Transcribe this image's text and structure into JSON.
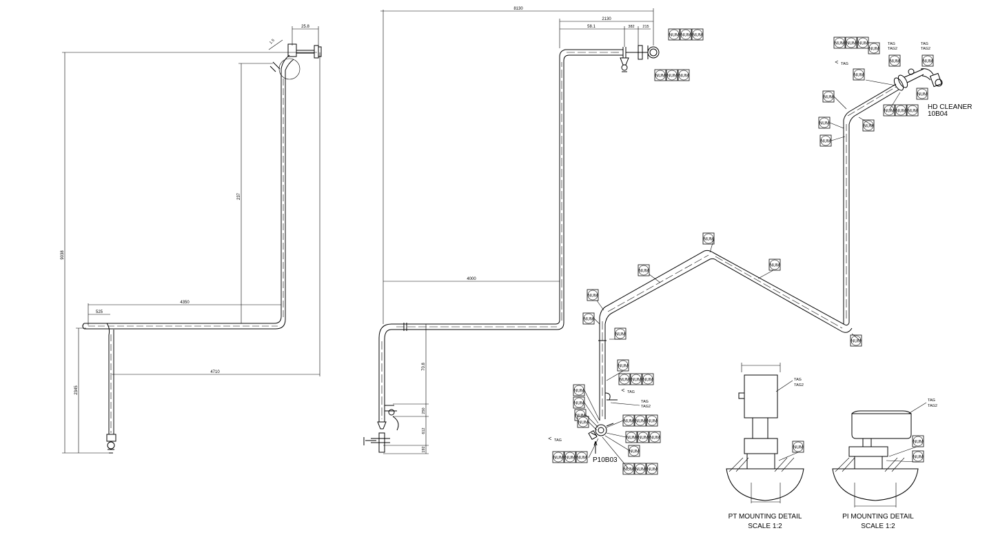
{
  "drawing": {
    "colors": {
      "line": "#000000",
      "background": "#ffffff"
    },
    "dimensions": {
      "d1_25_8": "25.8",
      "d1_1_5": "1.5",
      "d1_9038": "9038",
      "d1_237": "237",
      "d1_525": "525",
      "d1_4350": "4350",
      "d1_4710": "4710",
      "d1_2345": "2345",
      "d2_8130": "8130",
      "d2_2130": "2130",
      "d2_58_1": "58.1",
      "d2_382": "382",
      "d2_215": "215",
      "d2_4000": "4000",
      "d2_70_8": "70.8",
      "d2_250": "250",
      "d2_612": "612",
      "d2_192": "192"
    },
    "tag_text": "NUM",
    "flag_text": "TAG",
    "tag_label": "TAG",
    "tag_label_2": "TAG2",
    "equipment": {
      "hd_cleaner_line1": "HD CLEANER",
      "hd_cleaner_line2": "10B04",
      "pump": "P10B03"
    },
    "details": {
      "pt_title": "PT MOUNTING DETAIL",
      "pt_scale": "SCALE 1:2",
      "pi_title": "PI MOUNTING DETAIL",
      "pi_scale": "SCALE 1:2"
    }
  }
}
